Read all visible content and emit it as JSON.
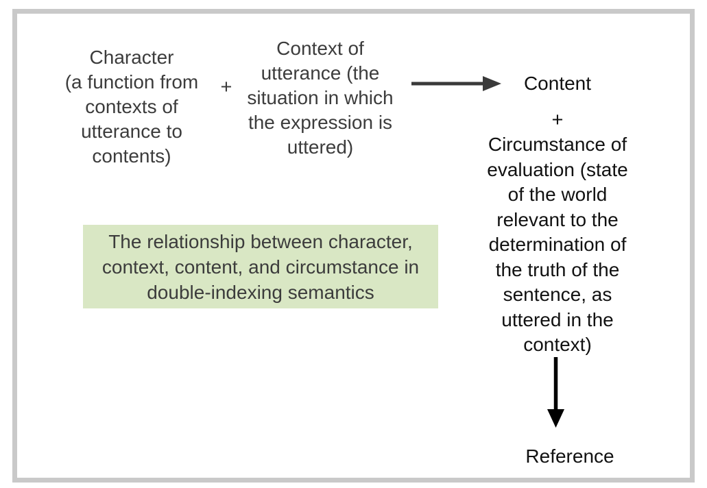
{
  "diagram": {
    "character_block": "Character\n(a function from\ncontexts of\nutterance to\ncontents)",
    "plus_1": "+",
    "context_block": "Context of\nutterance (the\nsituation in which\nthe expression is\nuttered)",
    "content_label": "Content",
    "plus_2": "+",
    "circumstance_block": "Circumstance of\nevaluation (state\nof the world\nrelevant to the\ndetermination of\nthe truth of the\nsentence, as\nuttered in the\ncontext)",
    "reference_label": "Reference",
    "caption": "The relationship between character,\ncontext, content, and circumstance in\ndouble-indexing semantics",
    "icons": {
      "right_arrow": "right-arrow-icon",
      "down_arrow": "down-arrow-icon"
    },
    "colors": {
      "frame-border": "#c9c9c9",
      "caption-bg": "#d9e7c4",
      "text-gray": "#3c3c3c",
      "text-black": "#111111",
      "arrow-horizontal": "#3a3a3a",
      "arrow-vertical": "#000000"
    }
  }
}
